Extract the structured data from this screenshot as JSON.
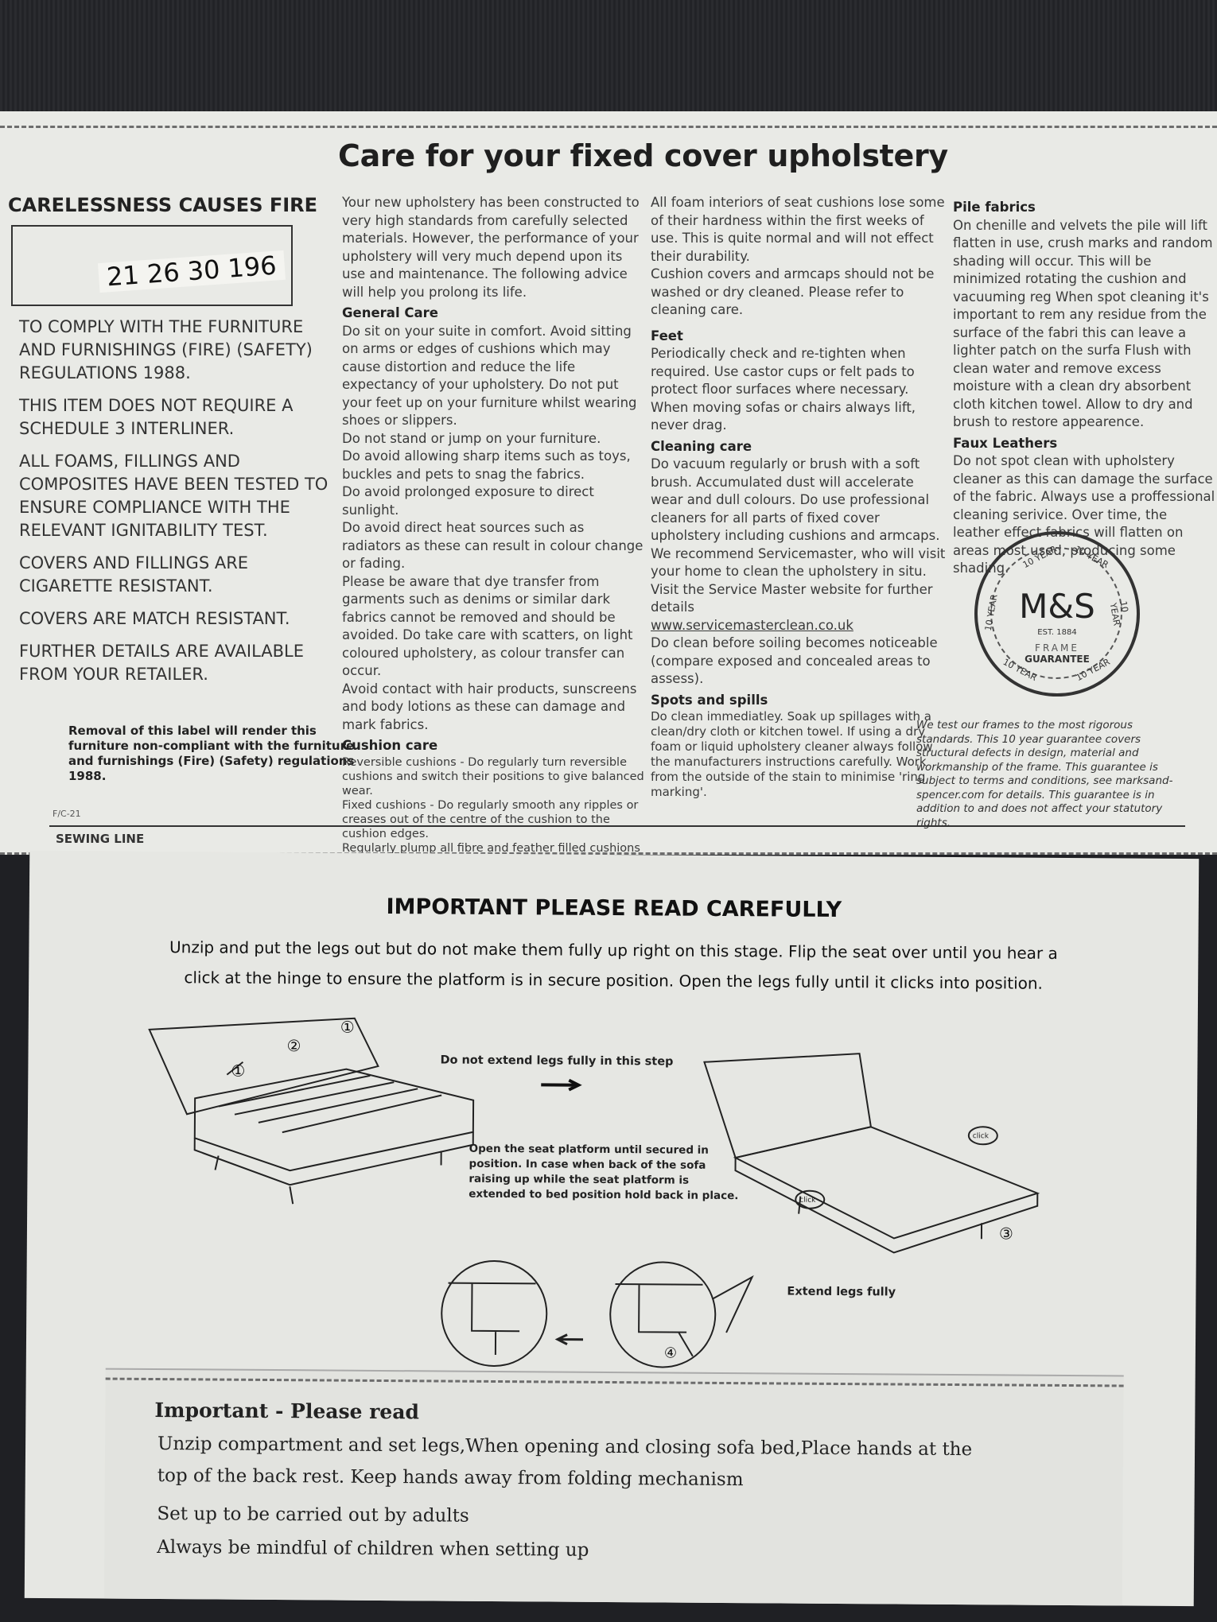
{
  "care_label": {
    "title": "Care for your fixed cover upholstery",
    "left": {
      "heading": "CARELESSNESS CAUSES FIRE",
      "code": "21 26 30 196",
      "statements": [
        "TO COMPLY WITH THE FURNITURE AND FURNISHINGS (FIRE) (SAFETY) REGULATIONS 1988.",
        "THIS ITEM DOES NOT REQUIRE A SCHEDULE 3 INTERLINER.",
        "ALL FOAMS, FILLINGS AND COMPOSITES HAVE BEEN TESTED TO ENSURE COMPLIANCE WITH THE RELEVANT IGNITABILITY TEST.",
        "COVERS AND FILLINGS ARE CIGARETTE RESISTANT.",
        "COVERS ARE MATCH RESISTANT.",
        "FURTHER DETAILS ARE AVAILABLE FROM YOUR RETAILER."
      ],
      "removal_notice": "Removal of this label will render this furniture non-compliant with the furniture and furnishings (Fire) (Safety) regulations 1988.",
      "code_small": "F/C-21"
    },
    "col2": {
      "intro": "Your new upholstery has been constructed to very high standards from carefully selected materials. However, the performance of your upholstery will very much depend upon its use and maintenance. The following advice will help you prolong its life.",
      "general_care_heading": "General Care",
      "general_care": [
        "Do sit on your suite in comfort. Avoid sitting on arms or edges of cushions which may cause distortion and reduce the life expectancy of your upholstery. Do not put your feet up on your furniture whilst wearing shoes or slippers.",
        "Do not stand or jump on your furniture.",
        "Do avoid allowing sharp items such as toys, buckles and pets to snag the fabrics.",
        "Do avoid prolonged exposure to direct sunlight.",
        "Do avoid direct heat sources such as radiators as these can result in colour change or fading.",
        "Please be aware that dye transfer from garments such as denims or similar dark fabrics cannot be removed and should be avoided. Do take care with scatters, on light coloured upholstery, as colour transfer can occur.",
        "Avoid contact with hair products, sunscreens and body lotions as these can damage and mark fabrics."
      ],
      "cushion_care_heading": "Cushion care",
      "cushion_care": [
        "Reversible cushions - Do regularly turn reversible cushions and switch their positions to give balanced wear.",
        "Fixed cushions - Do regularly smooth any ripples or creases out of the centre of the cushion to the cushion edges.",
        "Regularly plump all fibre and feather filled cushions to retain their comfort and appearance."
      ]
    },
    "col3": {
      "intro": "All foam interiors of seat cushions lose some of their hardness within the first weeks of use. This is quite normal and will not effect their durability.",
      "covers": "Cushion covers and armcaps should not be washed or dry cleaned. Please refer to cleaning care.",
      "feet_heading": "Feet",
      "feet": "Periodically check and re-tighten when required. Use castor cups or felt pads to protect floor surfaces where necessary. When moving sofas or chairs always lift, never drag.",
      "cleaning_heading": "Cleaning care",
      "cleaning": "Do vacuum regularly or brush with a soft brush. Accumulated dust will accelerate wear and dull colours. Do use professional cleaners for all parts of fixed cover upholstery including cushions and armcaps. We recommend Servicemaster, who will visit your home to clean the upholstery in situ. Visit the Service Master website for further details",
      "cleaning_link": "www.servicemasterclean.co.uk",
      "cleaning_2": "Do clean before soiling becomes noticeable (compare exposed and concealed areas to assess).",
      "spots_heading": "Spots and spills",
      "spots": "Do clean immediatley. Soak up spillages with a clean/dry cloth or kitchen towel. If using a dry foam or liquid upholstery cleaner always follow the manufacturers instructions carefully. Work from the outside of the stain to minimise 'ring marking'."
    },
    "col4": {
      "pile_heading": "Pile fabrics",
      "pile": "On chenille and velvets the pile will lift flatten in use, crush marks and random shading will occur. This will be minimized rotating the cushion and vacuuming reg When spot cleaning it's important to rem any residue from the surface of the fabri this can leave a lighter patch on the surfa Flush with clean water and remove excess moisture with a clean dry absorbent cloth kitchen towel. Allow to dry and brush to restore appearence.",
      "faux_heading": "Faux Leathers",
      "faux": "Do not spot clean with upholstery cleaner as this can damage the surface of the fabric. Always use a proffessional cleaning serivice. Over time, the leather effect fabrics will flatten on areas most used, producing some shading.",
      "stamp": {
        "brand": "M&S",
        "est": "EST. 1884",
        "frame": "FRAME",
        "guarantee": "GUARANTEE",
        "year_label": "10 YEAR"
      },
      "guarantee_note": "We test our frames to the most rigorous standards. This 10 year guarantee covers structural defects in design, material and workmanship of the frame. This guarantee is subject to terms and conditions, see marksand-spencer.com for details. This guarantee is in addition to and does not affect your statutory rights."
    },
    "sewing_line": "SEWING LINE"
  },
  "instructions": {
    "title": "IMPORTANT PLEASE READ CAREFULLY",
    "line1": "Unzip and put the legs out but do not make them fully up right on this stage. Flip the seat over until you hear a",
    "line2": "click at the hinge to ensure the platform is in secure position. Open the legs fully until it clicks into position.",
    "step_note": "Do not extend legs fully in this step",
    "platform_note": "Open the seat platform until secured in position. In case when back of the sofa raising up while the seat platform is extended to bed position hold back in place.",
    "extend_note": "Extend legs fully",
    "click_label": "click",
    "step_numbers": [
      "①",
      "②",
      "①",
      "③",
      "④"
    ]
  },
  "warning": {
    "title": "Important - Please read",
    "lines": [
      "Unzip compartment and set legs,When opening and closing sofa bed,Place hands at the",
      "top of the back rest. Keep hands away from folding mechanism",
      "Set up to be carried out by adults",
      "Always be mindful of children when setting up"
    ]
  }
}
